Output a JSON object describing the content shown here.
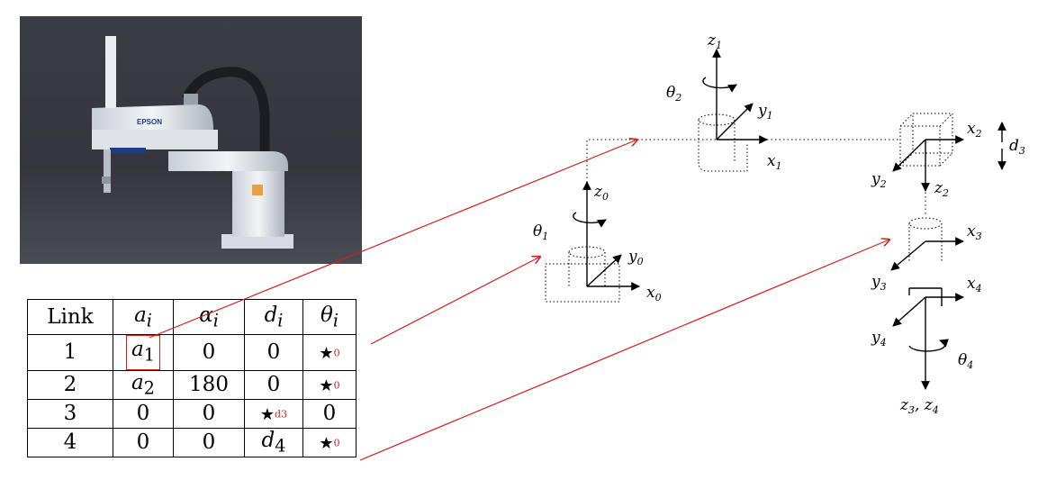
{
  "photo": {
    "brand_label": "EPSON"
  },
  "table": {
    "headers": [
      "Link",
      "a",
      "α",
      "d",
      "θ"
    ],
    "header_sub": "i",
    "rows": [
      {
        "link": "1",
        "a": "a",
        "a_sub": "1",
        "alpha": "0",
        "d": "0",
        "theta": "★",
        "theta_note": "0"
      },
      {
        "link": "2",
        "a": "a",
        "a_sub": "2",
        "alpha": "180",
        "d": "0",
        "theta": "★",
        "theta_note": "0"
      },
      {
        "link": "3",
        "a": "0",
        "alpha": "0",
        "d": "★",
        "d_note": "d3",
        "theta": "0"
      },
      {
        "link": "4",
        "a": "0",
        "alpha": "0",
        "d": "d",
        "d_sub": "4",
        "theta": "★",
        "theta_note": "0"
      }
    ]
  },
  "diagram": {
    "labels": {
      "z1": "z",
      "z1_sub": "1",
      "theta2": "θ",
      "theta2_sub": "2",
      "y1": "y",
      "y1_sub": "1",
      "x1": "x",
      "x1_sub": "1",
      "x2": "x",
      "x2_sub": "2",
      "d3": "d",
      "d3_sub": "3",
      "y2": "y",
      "y2_sub": "2",
      "z2": "z",
      "z2_sub": "2",
      "z0": "z",
      "z0_sub": "0",
      "theta1": "θ",
      "theta1_sub": "1",
      "y0": "y",
      "y0_sub": "0",
      "x0": "x",
      "x0_sub": "0",
      "x3": "x",
      "x3_sub": "3",
      "y3": "y",
      "y3_sub": "3",
      "x4": "x",
      "x4_sub": "4",
      "y4": "y",
      "y4_sub": "4",
      "theta4": "θ",
      "theta4_sub": "4",
      "z34_a": "z",
      "z34_a_sub": "3",
      "z34_sep": ", ",
      "z34_b": "z",
      "z34_b_sub": "4"
    }
  },
  "colors": {
    "arrow": "#d21f1f",
    "highlight": "#d21f1f",
    "photo_bg": "#3a3c44"
  }
}
